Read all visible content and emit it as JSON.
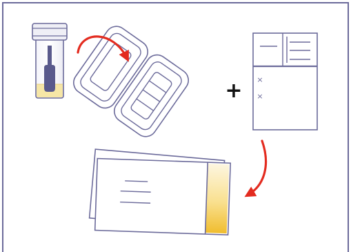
{
  "panel": {
    "frame_color": "#6b6a9a",
    "background": "#ffffff"
  },
  "steps": [
    {
      "id": "sample-container",
      "icon": "specimen-tube-with-swab-icon"
    },
    {
      "id": "transfer-arrow-1",
      "icon": "curved-arrow-icon",
      "color": "#e32b1f"
    },
    {
      "id": "slide-card",
      "icon": "open-slide-card-icon"
    },
    {
      "id": "plus",
      "label": "+",
      "icon": "plus-icon"
    },
    {
      "id": "requisition-form",
      "icon": "form-document-icon",
      "marks": [
        "×",
        "×"
      ]
    },
    {
      "id": "transfer-arrow-2",
      "icon": "curved-arrow-icon",
      "color": "#e32b1f"
    },
    {
      "id": "mailing-envelope",
      "icon": "envelope-icon",
      "stripe_color": "#f3c94b"
    }
  ],
  "colors": {
    "outline": "#6b6a9a",
    "swab": "#5a5a8c",
    "liquid": "#f6e6a6",
    "cap": "#efeff6",
    "arrow": "#e32b1f",
    "stripe_top": "#fdf4d8",
    "stripe_bottom": "#f1c23b"
  }
}
